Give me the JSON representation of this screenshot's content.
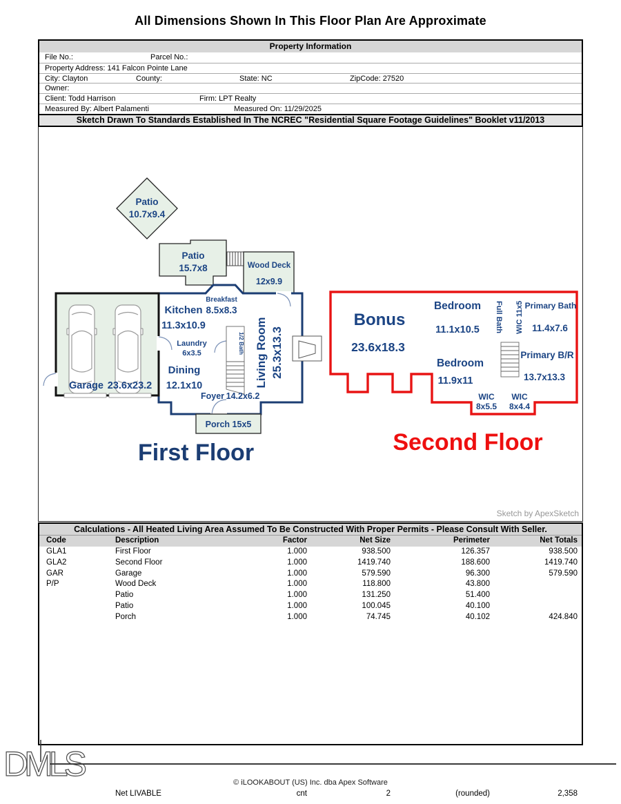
{
  "title": "All Dimensions Shown In This Floor Plan Are Approximate",
  "property_info": {
    "header": "Property Information",
    "file_no": "File No.:",
    "parcel_no": "Parcel No.:",
    "address": "Property Address: 141 Falcon Pointe Lane",
    "city": "City: Clayton",
    "county": "County:",
    "state": "State: NC",
    "zip": "ZipCode: 27520",
    "owner": "Owner:",
    "client": "Client: Todd Harrison",
    "firm": "Firm: LPT Realty",
    "measured_by": "Measured By: Albert Palamenti",
    "measured_on": "Measured On: 11/29/2025"
  },
  "standards_bar": "Sketch Drawn To Standards Established In The NCREC \"Residential Square Footage Guidelines\"  Booklet v11/2013",
  "sketch": {
    "ff": {
      "title": "First Floor",
      "patio1_name": "Patio",
      "patio1_dims": "10.7x9.4",
      "patio2_name": "Patio",
      "patio2_dims": "15.7x8",
      "wood_deck_name": "Wood Deck",
      "wood_deck_dims": "12x9.9",
      "garage_name": "Garage",
      "garage_dims": "23.6x23.2",
      "kitchen_name": "Kitchen",
      "kitchen_dims": "11.3x10.9",
      "breakfast_name": "Breakfast",
      "breakfast_dims": "8.5x8.3",
      "laundry_name": "Laundry",
      "laundry_dims": "6x3.5",
      "dining_name": "Dining",
      "dining_dims": "12.1x10",
      "half_bath": "1/2 Bath",
      "living_name": "Living Room",
      "living_dims": "25.3x13.3",
      "foyer_name": "Foyer",
      "foyer_dims": "14.2x6.2",
      "porch": "Porch 15x5"
    },
    "sf": {
      "title": "Second Floor",
      "bonus_name": "Bonus",
      "bonus_dims": "23.6x18.3",
      "bedroom1_name": "Bedroom",
      "bedroom1_dims": "11.1x10.5",
      "full_bath": "Full Bath",
      "wic0": "WIC 11x5",
      "primary_bath_name": "Primary Bath",
      "primary_bath_dims": "11.4x7.6",
      "bedroom2_name": "Bedroom",
      "bedroom2_dims": "11.9x11",
      "primary_br_name": "Primary B/R",
      "primary_br_dims": "13.7x13.3",
      "wic1_name": "WIC",
      "wic1_dims": "8x5.5",
      "wic2_name": "WIC",
      "wic2_dims": "8x4.4"
    },
    "credit": "Sketch by ApexSketch"
  },
  "calculations": {
    "header": "Calculations - All Heated Living Area Assumed To Be Constructed With Proper Permits - Please Consult With Seller.",
    "columns": {
      "code": "Code",
      "description": "Description",
      "factor": "Factor",
      "net_size": "Net Size",
      "perimeter": "Perimeter",
      "net_totals": "Net Totals"
    },
    "rows": [
      {
        "code": "GLA1",
        "description": "First Floor",
        "factor": "1.000",
        "net_size": "938.500",
        "perimeter": "126.357",
        "net_totals": "938.500"
      },
      {
        "code": "GLA2",
        "description": "Second Floor",
        "factor": "1.000",
        "net_size": "1419.740",
        "perimeter": "188.600",
        "net_totals": "1419.740"
      },
      {
        "code": "GAR",
        "description": "Garage",
        "factor": "1.000",
        "net_size": "579.590",
        "perimeter": "96.300",
        "net_totals": "579.590"
      },
      {
        "code": "P/P",
        "description": "Wood Deck",
        "factor": "1.000",
        "net_size": "118.800",
        "perimeter": "43.800",
        "net_totals": ""
      },
      {
        "code": "",
        "description": "Patio",
        "factor": "1.000",
        "net_size": "131.250",
        "perimeter": "51.400",
        "net_totals": ""
      },
      {
        "code": "",
        "description": "Patio",
        "factor": "1.000",
        "net_size": "100.045",
        "perimeter": "40.100",
        "net_totals": ""
      },
      {
        "code": "",
        "description": "Porch",
        "factor": "1.000",
        "net_size": "74.745",
        "perimeter": "40.102",
        "net_totals": "424.840"
      }
    ],
    "summary": {
      "label": "Net LIVABLE",
      "factor": "cnt",
      "net_size": "2",
      "perimeter": "(rounded)",
      "net_totals": "2,358"
    }
  },
  "footer": {
    "logo": "DMLS",
    "copyright": "© iLOOKABOUT (US) Inc. dba Apex Software"
  },
  "colors": {
    "first_floor_wall": "#1b3d73",
    "room_label": "#1b4484",
    "second_floor_outline": "#e81414",
    "second_floor_label": "#ee0f0f",
    "area_fill": "#e7f0e7",
    "table_header_bg": "#d6d6d6"
  }
}
